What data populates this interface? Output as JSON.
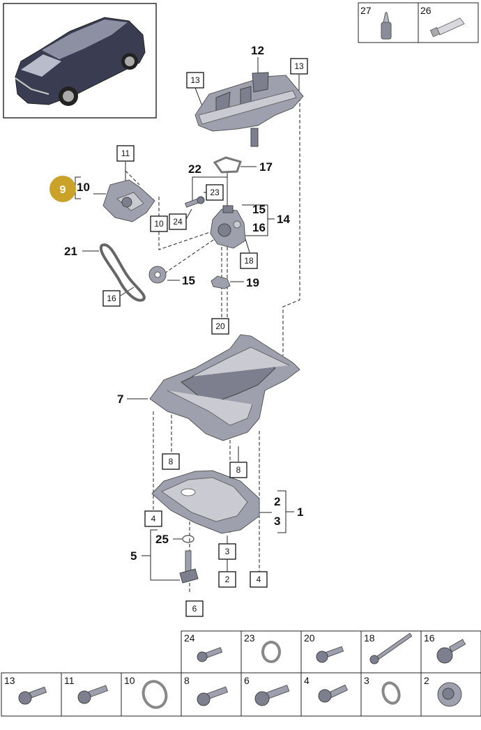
{
  "callouts": {
    "c1": "1",
    "c2": "2",
    "c3": "3",
    "c5": "5",
    "c7": "7",
    "c9": "9",
    "c10": "10",
    "c12": "12",
    "c14": "14",
    "c15a": "15",
    "c15b": "15",
    "c16": "16",
    "c17": "17",
    "c19": "19",
    "c21": "21",
    "c22": "22",
    "c25": "25"
  },
  "boxes": {
    "b2": "2",
    "b3": "3",
    "b4a": "4",
    "b4b": "4",
    "b6": "6",
    "b8a": "8",
    "b8b": "8",
    "b10": "10",
    "b11": "11",
    "b13a": "13",
    "b13b": "13",
    "b16": "16",
    "b18": "18",
    "b20": "20",
    "b23": "23",
    "b24": "24"
  },
  "top_legend": [
    "27",
    "26"
  ],
  "bottom_legend_row1": [
    "24",
    "23",
    "20",
    "18",
    "16"
  ],
  "bottom_legend_row2": [
    "13",
    "11",
    "10",
    "8",
    "6",
    "4",
    "3",
    "2"
  ],
  "colors": {
    "highlight": "#c9a227",
    "part": "#9ea0ad"
  }
}
